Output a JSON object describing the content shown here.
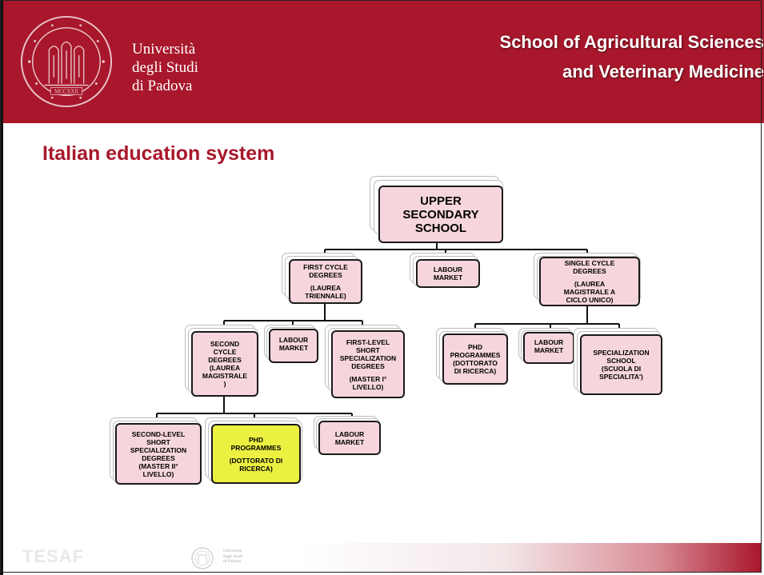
{
  "header": {
    "university_lines": [
      "Università",
      "degli Studi",
      "di Padova"
    ],
    "school_lines": [
      "School of Agricultural Sciences",
      "and Veterinary Medicine"
    ],
    "seal_text": "MCCXXII",
    "background_color": "#a8172b"
  },
  "slide": {
    "title": "Italian education system"
  },
  "diagram": {
    "nodes": {
      "upper_secondary": [
        "UPPER",
        "SECONDARY",
        "SCHOOL"
      ],
      "first_cycle": [
        "FIRST CYCLE",
        "DEGREES",
        "",
        "(LAUREA",
        "TRIENNALE)"
      ],
      "labour_market_1": [
        "LABOUR",
        "MARKET"
      ],
      "single_cycle": [
        "SINGLE CYCLE",
        "DEGREES",
        "",
        "(LAUREA",
        "MAGISTRALE A",
        "CICLO UNICO)"
      ],
      "second_cycle": [
        "SECOND",
        "CYCLE",
        "DEGREES",
        "(LAUREA",
        "MAGISTRALE",
        ")"
      ],
      "labour_market_2": [
        "LABOUR",
        "MARKET"
      ],
      "first_level_master": [
        "FIRST-LEVEL",
        "SHORT",
        "SPECIALIZATION",
        "DEGREES",
        "",
        "(MASTER  I°",
        "LIVELLO)"
      ],
      "phd_right": [
        "PHD",
        "PROGRAMMES",
        "(DOTTORATO",
        "DI RICERCA)"
      ],
      "labour_market_3": [
        "LABOUR",
        "MARKET"
      ],
      "specialization_school": [
        "SPECIALIZATION",
        "SCHOOL",
        "(SCUOLA DI",
        "SPECIALITA')"
      ],
      "second_level_master": [
        "SECOND-LEVEL",
        "SHORT",
        "SPECIALIZATION",
        "DEGREES",
        "(MASTER II°",
        "LIVELLO)"
      ],
      "phd_left": [
        "PHD",
        "PROGRAMMES",
        "",
        "(DOTTORATO DI",
        "RICERCA)"
      ],
      "labour_market_4": [
        "LABOUR",
        "MARKET"
      ]
    },
    "node_color": "#f6d6dc",
    "highlight_color": "#ecf041"
  },
  "footer": {
    "faded_text": "TESAF",
    "university_lines": [
      "Università",
      "degli Studi",
      "di Padova"
    ]
  }
}
